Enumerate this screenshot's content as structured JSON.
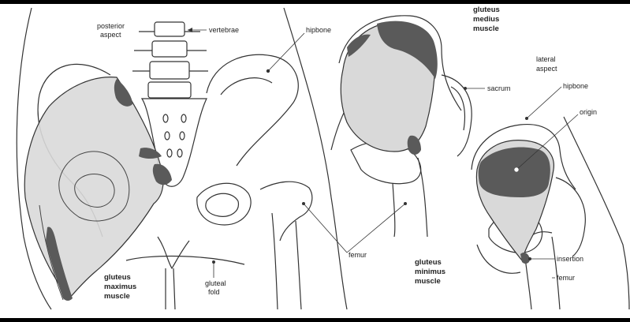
{
  "labels": {
    "posterior": [
      "posterior",
      "aspect"
    ],
    "vertebrae": "vertebrae",
    "hipbone_left": "hipbone",
    "gluteus_maximus": [
      "gluteus",
      "maximus",
      "muscle"
    ],
    "gluteal_fold": [
      "gluteal",
      "fold"
    ],
    "femur_middle": "femur",
    "gluteus_medius": [
      "gluteus",
      "medius",
      "muscle"
    ],
    "sacrum": "sacrum",
    "lateral": [
      "lateral",
      "aspect"
    ],
    "hipbone_right": "hipbone",
    "origin": "origin",
    "gluteus_minimus": [
      "gluteus",
      "minimus",
      "muscle"
    ],
    "insertion": "insertion",
    "femur_right": "femur"
  },
  "colors": {
    "muscle_fill": "#d9d9d9",
    "attachment_fill": "#5a5a5a",
    "line": "#333333",
    "frame": "#000000"
  }
}
